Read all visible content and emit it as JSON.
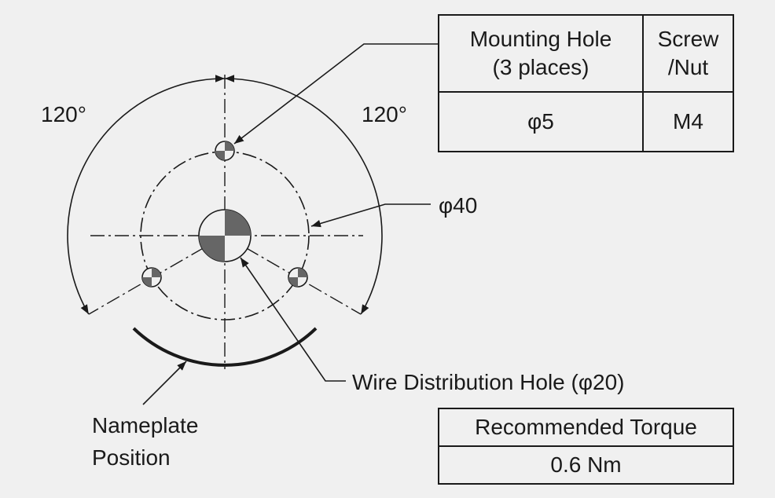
{
  "labels": {
    "angle_left": "120°",
    "angle_right": "120°",
    "pcd": "φ40",
    "wire_hole": "Wire Distribution Hole (φ20)",
    "nameplate_line1": "Nameplate",
    "nameplate_line2": "Position"
  },
  "mount_table": {
    "header_hole_line1": "Mounting Hole",
    "header_hole_line2": "(3 places)",
    "header_screw_line1": "Screw",
    "header_screw_line2": "/Nut",
    "hole_value": "φ5",
    "screw_value": "M4"
  },
  "torque_table": {
    "header": "Recommended Torque",
    "value": "0.6 Nm"
  },
  "colors": {
    "background": "#f0f0f0",
    "line": "#1a1a1a",
    "fill_dark": "#666666"
  }
}
